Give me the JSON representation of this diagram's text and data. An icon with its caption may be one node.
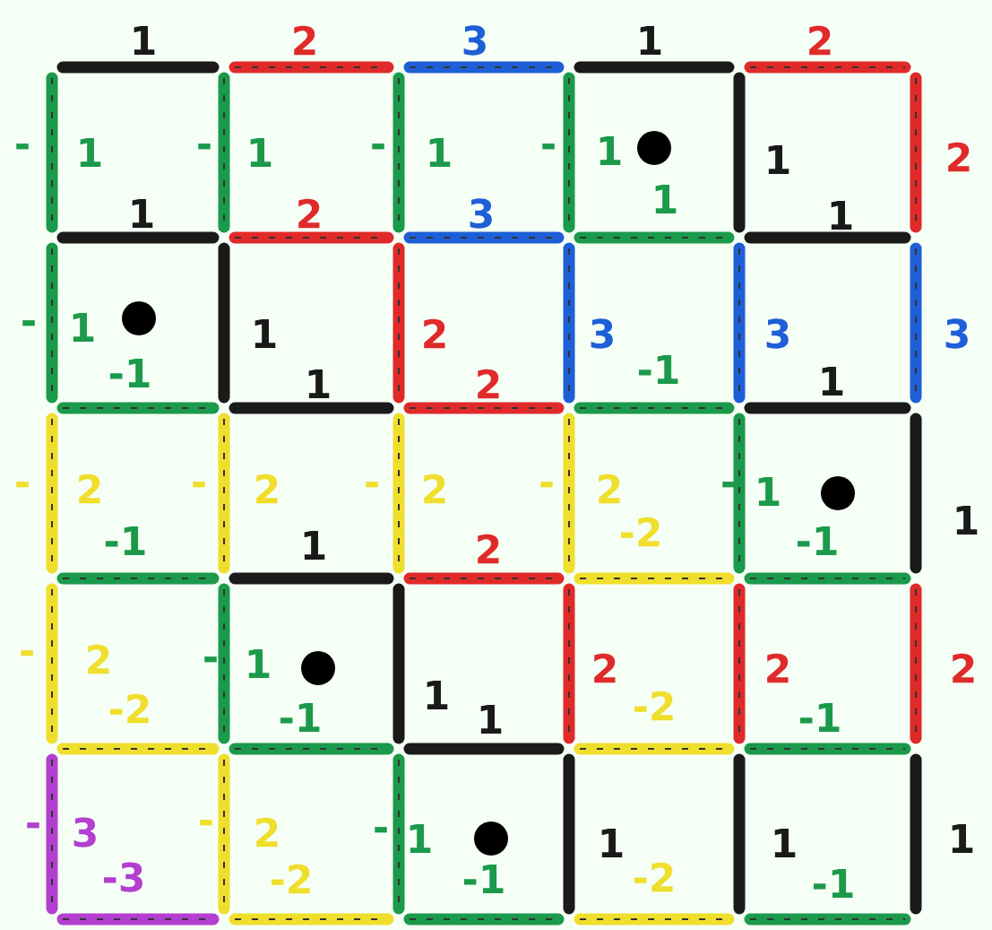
{
  "diagram": {
    "labels": [
      "1",
      "2",
      "3",
      "1",
      "2",
      "-",
      "1",
      "-",
      "1",
      "-",
      "1",
      "-",
      "1",
      "1",
      "2",
      "1",
      "2",
      "3",
      "1",
      "1",
      "-",
      "1",
      "1",
      "2",
      "3",
      "3",
      "3",
      "-1",
      "1",
      "2",
      "-1",
      "1",
      "-",
      "2",
      "-",
      "2",
      "-",
      "2",
      "-",
      "2",
      "-",
      "1",
      "1",
      "-1",
      "1",
      "2",
      "-2",
      "-1",
      "-",
      "2",
      "-",
      "1",
      "1",
      "2",
      "2",
      "2",
      "-2",
      "-1",
      "1",
      "-2",
      "-1",
      "-",
      "3",
      "-",
      "2",
      "-",
      "1",
      "1",
      "1",
      "1",
      "-3",
      "-2",
      "-1",
      "-2",
      "-1"
    ]
  }
}
